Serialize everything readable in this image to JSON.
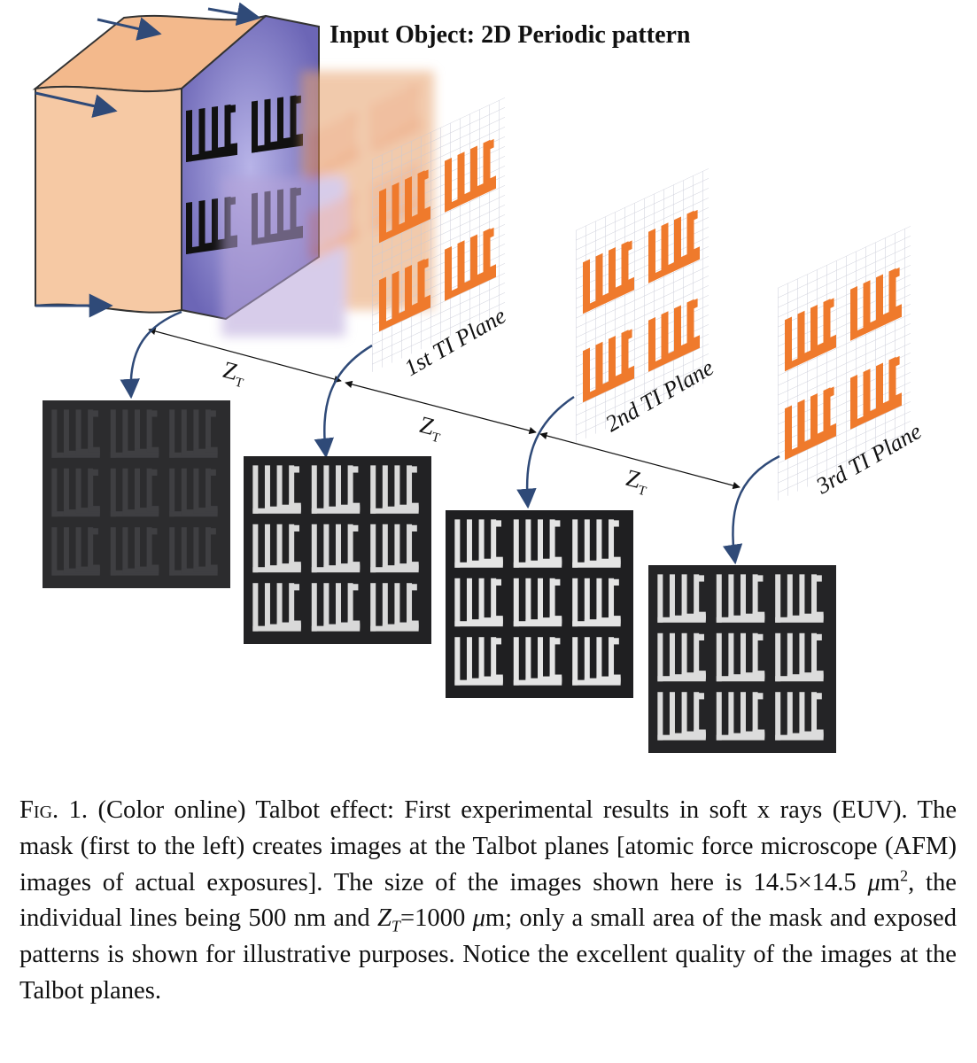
{
  "figure": {
    "title": "Input Object: 2D Periodic pattern",
    "planes": [
      {
        "label": "1st TI Plane"
      },
      {
        "label": "2nd TI Plane"
      },
      {
        "label": "3rd TI Plane"
      }
    ],
    "distance_label": "Z",
    "distance_sub": "T",
    "colors": {
      "block_face": "#f6c9a4",
      "mask_face": "#8a86c8",
      "talbot_orange": "#f07a2a",
      "grid": "#c9c9d4",
      "afm_dark": "#2c2c2e",
      "arrow": "#2f4a78"
    }
  },
  "caption": {
    "fig_label": "Fig. 1.",
    "part1": " (Color online) Talbot effect: First experimental results in soft x rays (EUV). The mask (first to the left) creates images at the Talbot planes [atomic force microscope (AFM) images of actual exposures]. The size of the images shown here is 14.5×14.5 ",
    "unit1": "μ",
    "part2": "m",
    "sup2": "2",
    "part3": ", the individual lines being 500 nm and ",
    "zt_main": "Z",
    "zt_sub": "T",
    "part4": "=1000 ",
    "unit2": "μ",
    "part5": "m; only a small area of the mask and exposed patterns is shown for illustrative purposes. Notice the excellent quality of the images at the Talbot planes."
  }
}
